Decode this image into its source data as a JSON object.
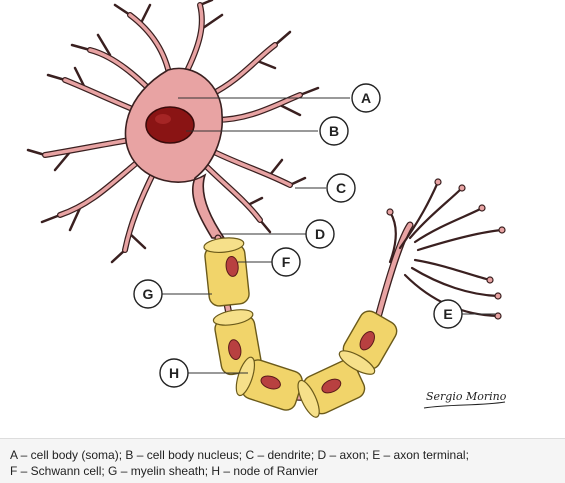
{
  "labels": {
    "a": "A",
    "b": "B",
    "c": "C",
    "d": "D",
    "e": "E",
    "f": "F",
    "g": "G",
    "h": "H"
  },
  "signature": "Sergio Morino",
  "caption": {
    "line1": "A – cell body (soma); B – cell body nucleus; C – dendrite; D – axon; E – axon terminal;",
    "line2": "F – Schwann cell; G – myelin sheath; H – node of Ranvier"
  },
  "colors": {
    "cell_fill": "#e8a3a3",
    "cell_stroke": "#3a2020",
    "nucleus": "#8a1414",
    "myelin": "#f1d46a",
    "myelin_stroke": "#6b5a1a",
    "schwann_nucleus": "#b84040"
  }
}
